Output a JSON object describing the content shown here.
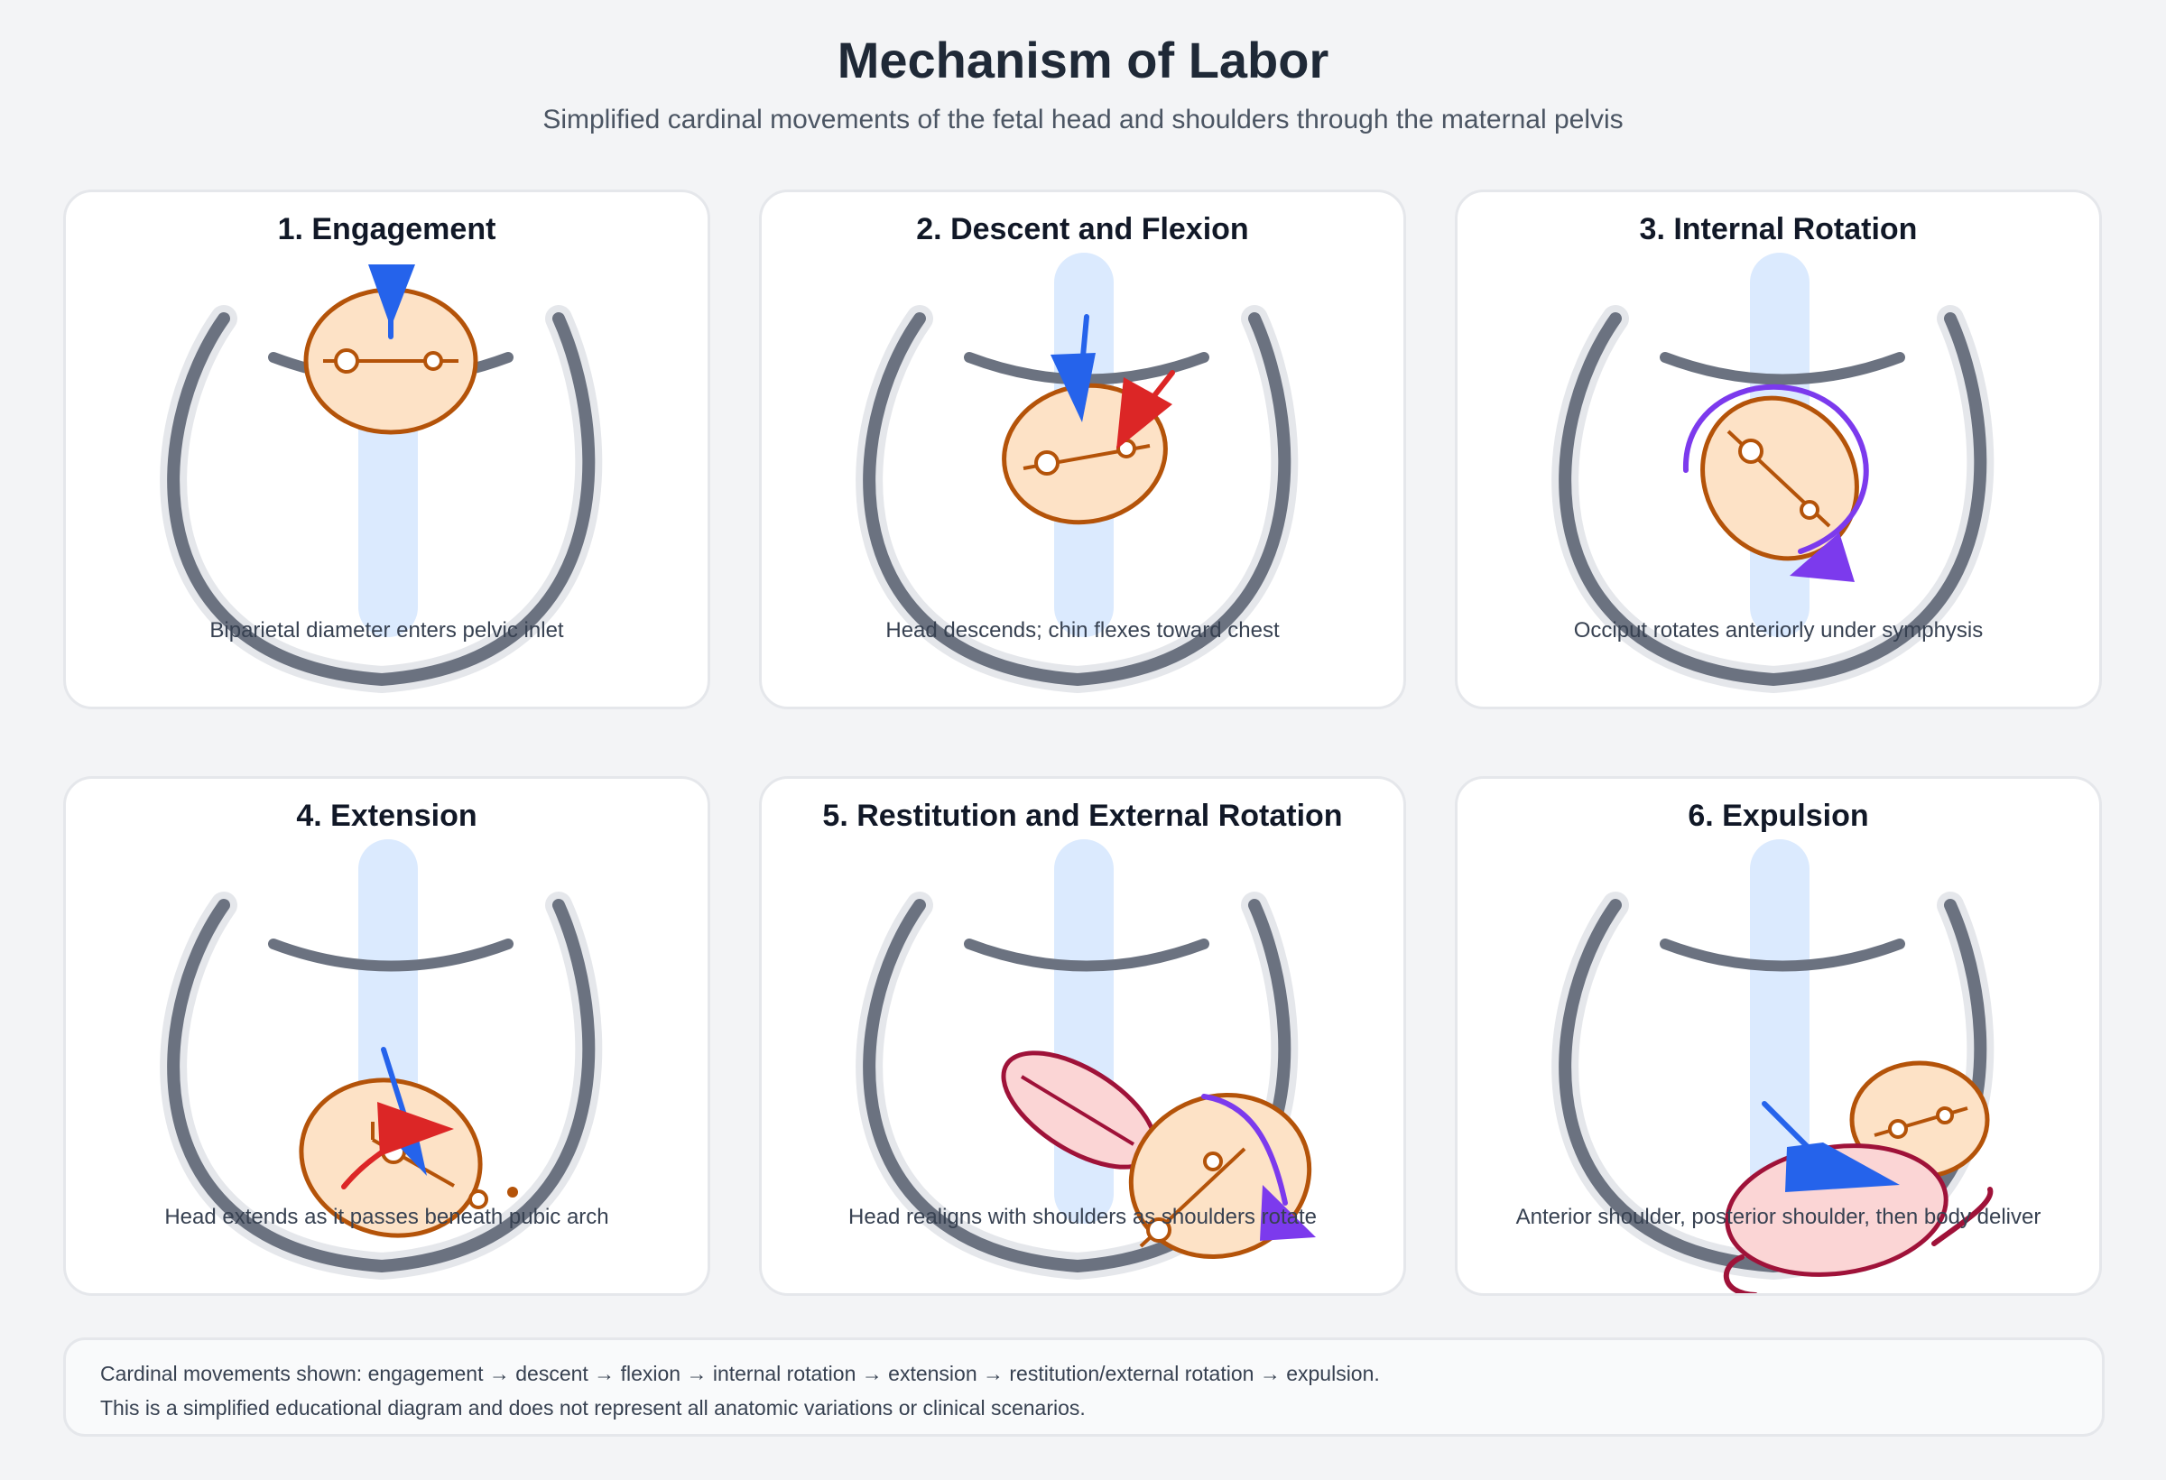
{
  "header": {
    "title": "Mechanism of Labor",
    "subtitle": "Simplified cardinal movements of the fetal head and shoulders through the maternal pelvis"
  },
  "colors": {
    "pelvis": "#6b7280",
    "pelvis_halo": "#e5e7eb",
    "canal": "#dbeafe",
    "head_fill": "#fde2c6",
    "head_stroke": "#b45309",
    "shoulder_fill": "#fbd5d5",
    "shoulder_stroke": "#9f1239",
    "arrow_descent": "#2563eb",
    "arrow_flexion": "#dc2626",
    "arrow_rotation": "#7c3aed"
  },
  "panels": [
    {
      "title": "1. Engagement",
      "caption": "Biparietal diameter enters pelvic inlet"
    },
    {
      "title": "2. Descent and Flexion",
      "caption": "Head descends; chin flexes toward chest"
    },
    {
      "title": "3. Internal Rotation",
      "caption": "Occiput rotates anteriorly under symphysis"
    },
    {
      "title": "4. Extension",
      "caption": "Head extends as it passes beneath pubic arch"
    },
    {
      "title": "5. Restitution and External Rotation",
      "caption": "Head realigns with shoulders as shoulders rotate"
    },
    {
      "title": "6. Expulsion",
      "caption": "Anterior shoulder, posterior shoulder, then body deliver"
    }
  ],
  "footer": {
    "line1": "Cardinal movements shown: engagement → descent → flexion → internal rotation → extension → restitution/external rotation → expulsion.",
    "line2": "This is a simplified educational diagram and does not represent all anatomic variations or clinical scenarios."
  }
}
